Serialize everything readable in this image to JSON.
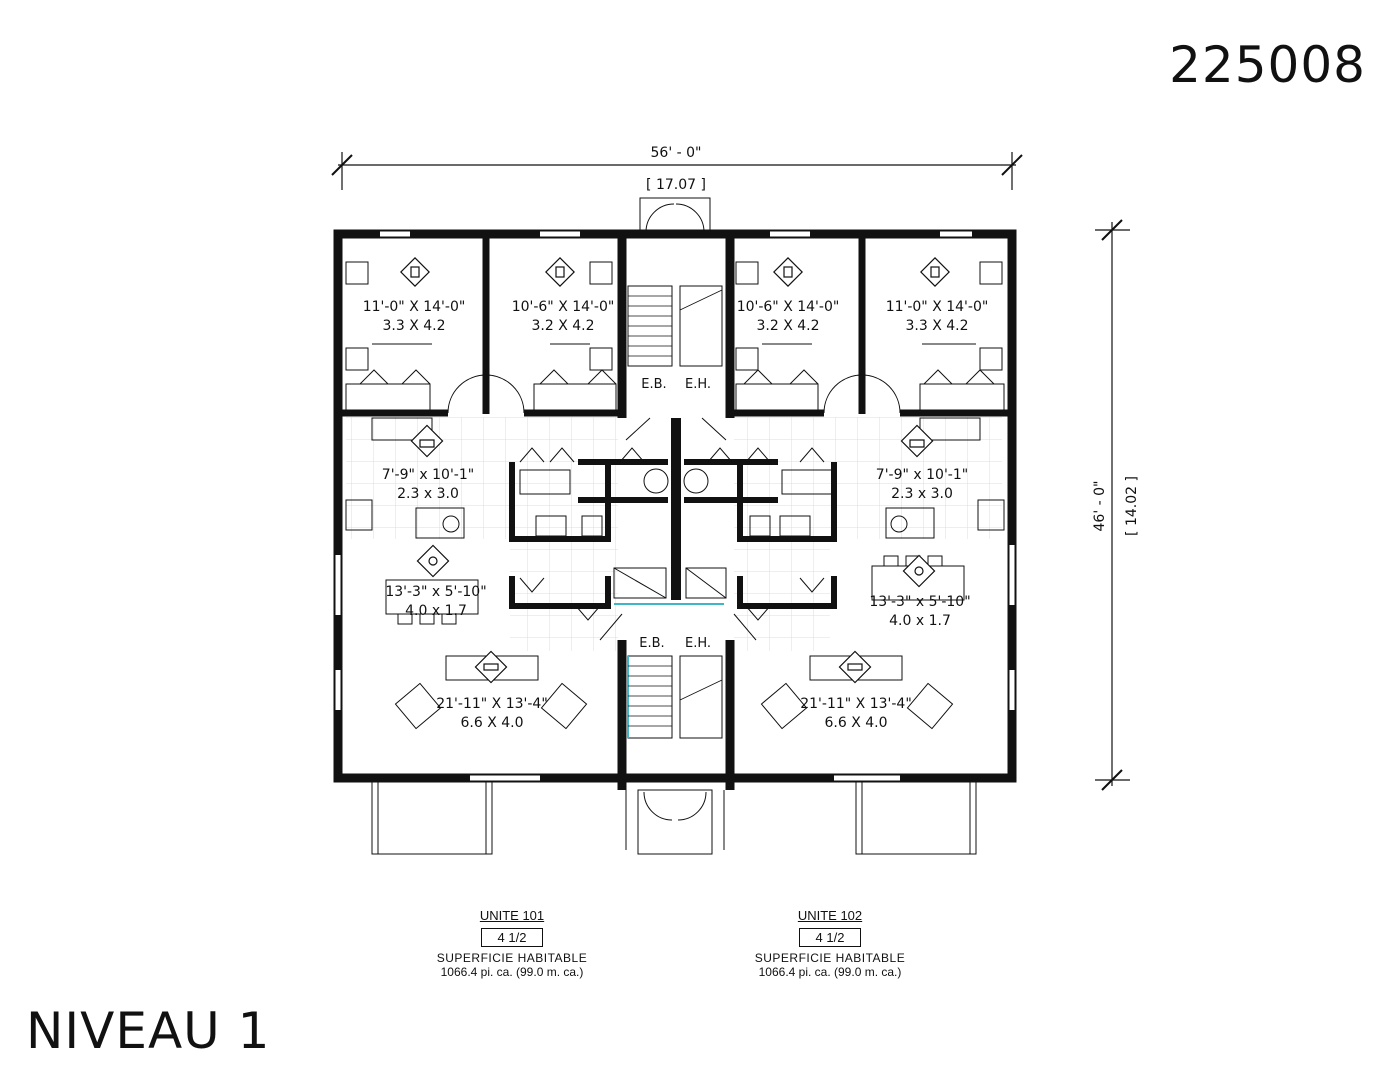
{
  "plan_number": "225008",
  "level_title": "NIVEAU 1",
  "dimensions": {
    "width_imperial": "56' - 0\"",
    "width_metric": "[ 17.07 ]",
    "depth_imperial": "46' - 0\"",
    "depth_metric": "[ 14.02 ]"
  },
  "bedrooms": [
    {
      "icon": "bed-icon",
      "imperial": "11'-0\" X 14'-0\"",
      "metric": "3.3 X 4.2"
    },
    {
      "icon": "bed-icon",
      "imperial": "10'-6\" X 14'-0\"",
      "metric": "3.2 X 4.2"
    },
    {
      "icon": "bed-icon",
      "imperial": "10'-6\" X 14'-0\"",
      "metric": "3.2 X 4.2"
    },
    {
      "icon": "bed-icon",
      "imperial": "11'-0\" X 14'-0\"",
      "metric": "3.3 X 4.2"
    }
  ],
  "kitchens": [
    {
      "icon": "cooking-pot-icon",
      "imperial": "7'-9\" x 10'-1\"",
      "metric": "2.3 x 3.0"
    },
    {
      "icon": "cooking-pot-icon",
      "imperial": "7'-9\" x 10'-1\"",
      "metric": "2.3 x 3.0"
    }
  ],
  "dining": [
    {
      "icon": "dining-icon",
      "imperial": "13'-3\" x 5'-10\"",
      "metric": "4.0 x 1.7"
    },
    {
      "icon": "dining-icon",
      "imperial": "13'-3\" x 5'-10\"",
      "metric": "4.0 x 1.7"
    }
  ],
  "living": [
    {
      "icon": "sofa-icon",
      "imperial": "21'-11\" X 13'-4\"",
      "metric": "6.6 X 4.0"
    },
    {
      "icon": "sofa-icon",
      "imperial": "21'-11\" X 13'-4\"",
      "metric": "6.6 X 4.0"
    }
  ],
  "stairs": {
    "down": "E.B.",
    "up": "E.H."
  },
  "units": [
    {
      "name": "UNITE 101",
      "type": "4 1/2",
      "label": "SUPERFICIE HABITABLE",
      "area": "1066.4 pi. ca. (99.0 m. ca.)"
    },
    {
      "name": "UNITE 102",
      "type": "4 1/2",
      "label": "SUPERFICIE HABITABLE",
      "area": "1066.4 pi. ca. (99.0 m. ca.)"
    }
  ],
  "colors": {
    "wall": "#111111",
    "floor_grid": "#dcdcdc",
    "stair_accent": "#3fb6c8"
  }
}
